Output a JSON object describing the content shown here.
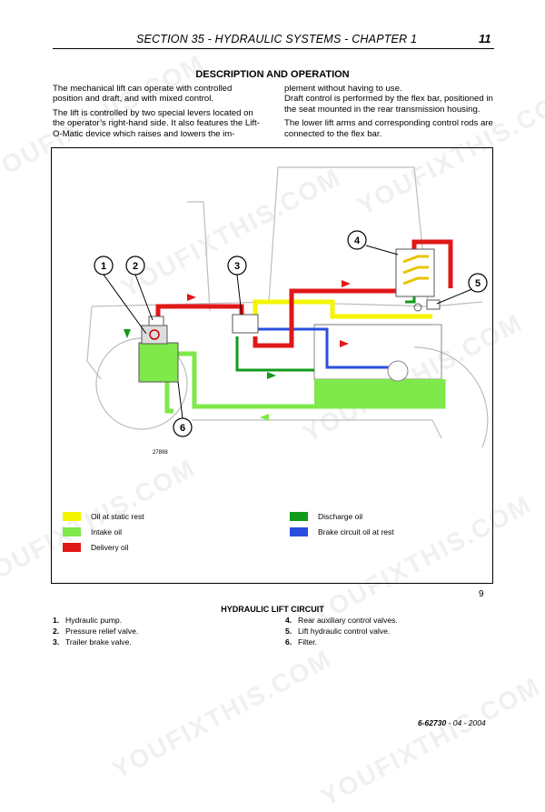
{
  "header": {
    "title": "SECTION 35 - HYDRAULIC SYSTEMS - CHAPTER 1",
    "page_number": "11"
  },
  "section_heading": "DESCRIPTION AND OPERATION",
  "body": {
    "left_paragraphs": [
      "The mechanical lift can operate with controlled position and draft, and with mixed control.",
      "The lift is controlled by two special levers located on the operator’s right-hand side. It also features the Lift-O-Matic device which raises and lowers the im-"
    ],
    "right_paragraphs": [
      "plement without having to use.",
      "Draft control is performed by the flex bar, positioned in the seat mounted in the rear transmission housing.",
      "The lower lift arms and corresponding control rods are connected to the flex bar."
    ]
  },
  "figure": {
    "ref_code": "27898",
    "callouts": [
      "1",
      "2",
      "3",
      "4",
      "5",
      "6"
    ],
    "legend": [
      {
        "label": "Oil at static rest",
        "color": "#f5f500"
      },
      {
        "label": "Intake oil",
        "color": "#7fe84a"
      },
      {
        "label": "Delivery oil",
        "color": "#e01818"
      },
      {
        "label": "Discharge oil",
        "color": "#119a1b"
      },
      {
        "label": "Brake circuit oil at rest",
        "color": "#2a4fe0"
      }
    ],
    "figure_number": "9",
    "caption": "HYDRAULIC LIFT CIRCUIT"
  },
  "components": [
    {
      "num": "1.",
      "label": "Hydraulic pump."
    },
    {
      "num": "2.",
      "label": "Pressure relief valve."
    },
    {
      "num": "3.",
      "label": "Trailer brake valve."
    },
    {
      "num": "4.",
      "label": "Rear auxiliary control valves."
    },
    {
      "num": "5.",
      "label": "Lift hydraulic control valve."
    },
    {
      "num": "6.",
      "label": "Filter."
    }
  ],
  "doc_code": {
    "code": "6-62730",
    "date": " - 04 - 2004"
  },
  "watermark": "YOUFIXTHIS.COM"
}
